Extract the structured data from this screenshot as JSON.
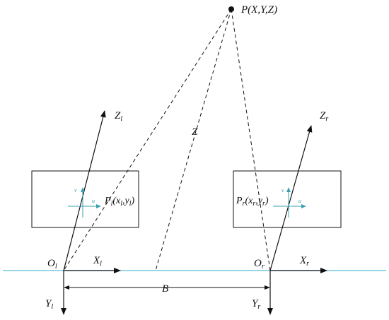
{
  "diagram": {
    "point_label": "P(X,Y,Z)",
    "depth_label": "Z",
    "baseline_label": "B",
    "left_camera": {
      "optical_center": {
        "main": "O",
        "sub": "l"
      },
      "x_axis": {
        "main": "X",
        "sub": "l"
      },
      "y_axis": {
        "main": "Y",
        "sub": "l"
      },
      "z_axis": {
        "main": "Z",
        "sub": "l"
      },
      "image_point": {
        "p_main": "P",
        "p_sub": "l",
        "open": "(x",
        "x_sub": "l",
        "comma": ",y",
        "y_sub": "l",
        "close": ")"
      },
      "u_label": "u",
      "v_label": "v"
    },
    "right_camera": {
      "optical_center": {
        "main": "O",
        "sub": "r"
      },
      "x_axis": {
        "main": "X",
        "sub": "r"
      },
      "y_axis": {
        "main": "Y",
        "sub": "r"
      },
      "z_axis": {
        "main": "Z",
        "sub": "r"
      },
      "image_point": {
        "p_main": "P",
        "p_sub": "r",
        "open": "(x",
        "x_sub": "r",
        "comma": ",y",
        "y_sub": "r",
        "close": ")"
      },
      "u_label": "u",
      "v_label": "v"
    },
    "colors": {
      "ink": "#111111",
      "baseline_blue": "#5bb8d6",
      "image_axes_teal": "#3a9fb5"
    }
  }
}
